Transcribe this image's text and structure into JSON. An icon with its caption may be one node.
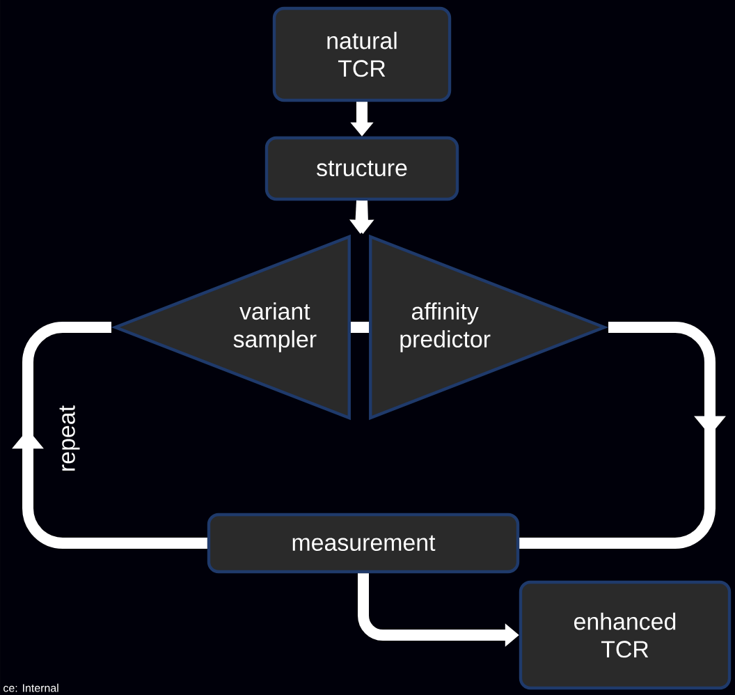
{
  "diagram": {
    "nodes": [
      {
        "text": [
          "natural TCR"
        ]
      },
      {
        "text": [
          "structure"
        ]
      },
      {
        "text": [
          "variant sampler"
        ]
      },
      {
        "text": [
          "affinity predictor"
        ]
      },
      {
        "text": [
          "measurement"
        ]
      },
      {
        "text": [
          "enhanced TCR"
        ]
      }
    ],
    "edges": [
      {
        "from": 0,
        "to": 1,
        "arrow": "to"
      },
      {
        "from": 1,
        "to": 2,
        "arrow": "to"
      },
      {
        "from": 1,
        "to": 3,
        "arrow": "to"
      },
      {
        "from": 2,
        "to": 3,
        "arrow": "none"
      },
      {
        "from": 3,
        "to": 4,
        "arrow": "to"
      },
      {
        "from": 4,
        "to": 2,
        "arrow": "to",
        "label": "repeat"
      },
      {
        "from": 4,
        "to": 5,
        "arrow": "to"
      }
    ],
    "labels": [
      "ce: Internal"
    ]
  }
}
